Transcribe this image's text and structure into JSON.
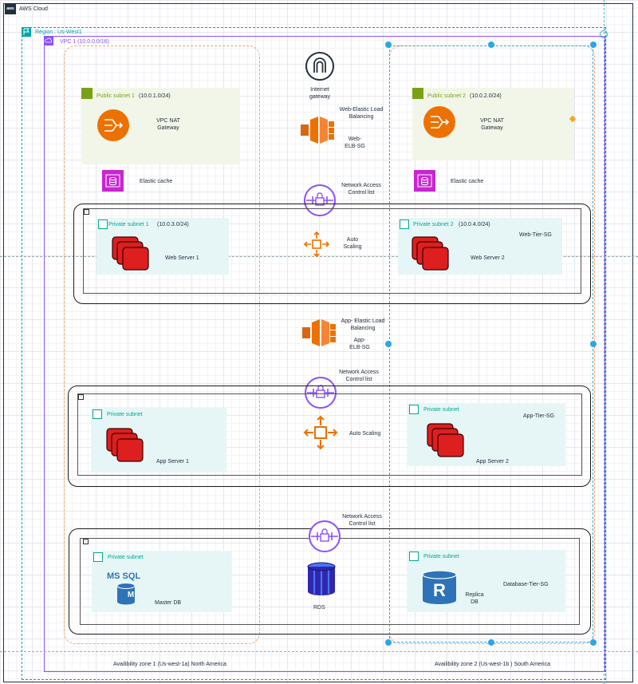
{
  "aws_cloud": {
    "label": "AWS Cloud",
    "logo_text": "aws"
  },
  "region": {
    "label": "Region : Us-West1"
  },
  "vpc": {
    "label": "VPC 1 (10.0.0.0/16)"
  },
  "colors": {
    "nat": "#ed7100",
    "elb": "#ed7100",
    "server": "#dd1f1f",
    "purple": "#8c4fff",
    "cache": "#c925d1",
    "rds": "#2e27ad",
    "public_subnet": "#7aa116",
    "private_subnet": "#01a88d",
    "az_border": "#f2a365",
    "selection": "#2aa7e5"
  },
  "internet_gateway": {
    "label": "Internet gateway",
    "icon": "internet-gateway-icon"
  },
  "web_elb": {
    "label": "Web-Elastic Load Balancing",
    "sg": "Web-ELB-SG",
    "icon": "elastic-load-balancing-icon"
  },
  "app_elb": {
    "label": "App- Elastic Load Balancing",
    "sg": "App-ELB-SG",
    "icon": "elastic-load-balancing-icon"
  },
  "public_subnet_1": {
    "label": "Public subnet 1",
    "cidr": "(10.0.1.0/24)",
    "nat_label": "VPC NAT Gateway"
  },
  "public_subnet_2": {
    "label": "Public subnet 2",
    "cidr": "(10.0.2.0/24)",
    "nat_label": "VPC NAT Gateway"
  },
  "elastic_cache_1": {
    "label": "Elastic cache"
  },
  "elastic_cache_2": {
    "label": "Elastic cache"
  },
  "nacl_1": {
    "label": "Network Access Control list"
  },
  "nacl_2": {
    "label": "Network Access Control list"
  },
  "nacl_3": {
    "label": "Network Access Control list"
  },
  "private_subnet_1": {
    "label": "Private subnet 1",
    "cidr": "(10.0.3.0/24)",
    "server_label": "Web Server 1"
  },
  "private_subnet_2": {
    "label": "Private subnet 2",
    "cidr": "(10.0.4.0/24)",
    "server_label": "Web Server 2",
    "sg": "Web-Tier-SG"
  },
  "auto_scaling_web": {
    "label": "Auto Scaling"
  },
  "auto_scaling_app": {
    "label": "Auto Scaling"
  },
  "app_subnet_1": {
    "label": "Private subnet",
    "server_label": "App Server 1"
  },
  "app_subnet_2": {
    "label": "Private subnet",
    "server_label": "App Server  2",
    "sg": "App-Tier-SG"
  },
  "db_subnet_1": {
    "label": "Private subnet",
    "db_label": "Master DB",
    "mssql_text": "MS SQL",
    "mssql_m": "M"
  },
  "db_subnet_2": {
    "label": "Private subnet",
    "db_label": "Replica DB",
    "sg": "Database-Tier-SG",
    "replica_r": "R"
  },
  "rds": {
    "label": "RDS"
  },
  "az1": {
    "label": "Availibility zone 1 (Us-west-1a) North America"
  },
  "az2": {
    "label": "Availibility zone 2 (Us-west-1b ) South America"
  }
}
